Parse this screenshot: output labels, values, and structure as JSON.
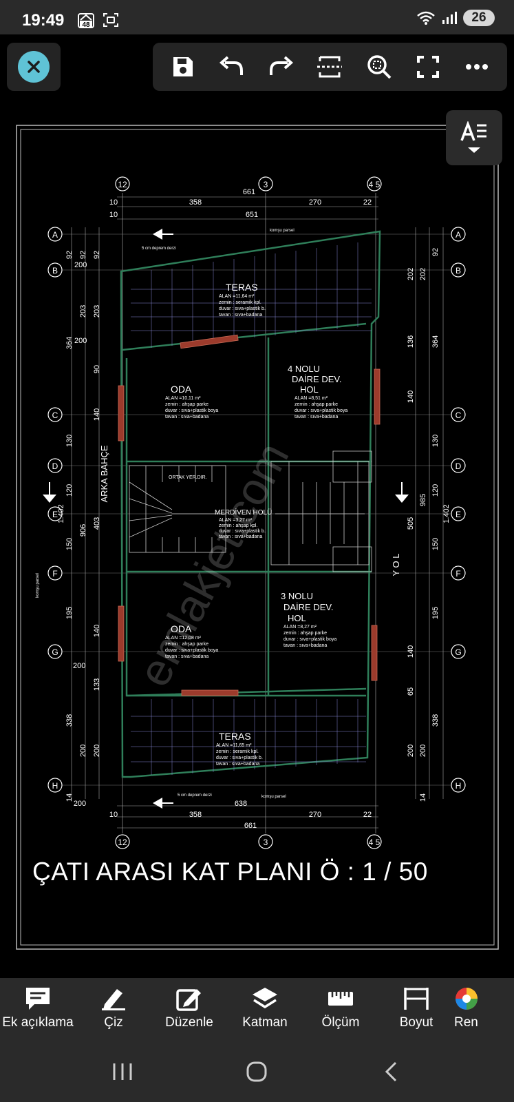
{
  "status": {
    "time": "19:49",
    "notif_count": "48",
    "battery": "26"
  },
  "header": {
    "close_label": "close",
    "tools": [
      "save-icon",
      "undo-icon",
      "redo-icon",
      "fit-width-icon",
      "zoom-icon",
      "fullscreen-icon",
      "more-icon"
    ]
  },
  "drawing": {
    "title": "ÇATI ARASI KAT PLANI  Ö : 1 / 50",
    "grid_cols": [
      "12",
      "3",
      "4 5"
    ],
    "grid_rows": [
      "A",
      "B",
      "C",
      "D",
      "E",
      "F",
      "G",
      "H"
    ],
    "dims_top": [
      "661",
      "358",
      "270",
      "22",
      "10",
      "651",
      "10"
    ],
    "dims_bottom": [
      "10",
      "358",
      "270",
      "22",
      "661",
      "638",
      "200"
    ],
    "dims_left": [
      "92",
      "92",
      "92",
      "200",
      "203",
      "203",
      "364",
      "200",
      "90",
      "140",
      "130",
      "120",
      "1.402",
      "906",
      "403",
      "150",
      "195",
      "200",
      "140",
      "133",
      "338",
      "200",
      "200",
      "14"
    ],
    "dims_right": [
      "92",
      "202",
      "202",
      "136",
      "364",
      "140",
      "130",
      "120",
      "985",
      "505",
      "1.402",
      "150",
      "195",
      "140",
      "65",
      "338",
      "200",
      "200",
      "14"
    ],
    "rooms": [
      {
        "name": "TERAS",
        "details": [
          "ALAN =11,64 m²",
          "zemin : seramik kpl.",
          "duvar : sıva+plastik b.",
          "tavan : sıva+badana"
        ]
      },
      {
        "name": "ODA",
        "details": [
          "ALAN =10,11 m²",
          "zemin : ahşap parke",
          "duvar : sıva+plastik boya",
          "tavan : sıva+badana"
        ]
      },
      {
        "name": "4 NOLU",
        "details": [
          "DAİRE DEV.",
          "HOL",
          "ALAN =8,51 m²",
          "zemin : ahşap parke",
          "duvar : sıva+plastik boya",
          "tavan : sıva+badana"
        ]
      },
      {
        "name": "MERDİVEN HOLÜ",
        "details": [
          "ALAN =3,27 m²",
          "zemin : ahşap kpl.",
          "duvar : sıva+plastik b.",
          "tavan : sıva+badana"
        ]
      },
      {
        "name": "ODA",
        "details": [
          "ALAN =12,08 m²",
          "zemin : ahşap parke",
          "duvar : sıva+plastik boya",
          "tavan : sıva+badana"
        ]
      },
      {
        "name": "3 NOLU",
        "details": [
          "DAİRE DEV.",
          "HOL",
          "ALAN =8,27 m²",
          "zemin : ahşap parke",
          "duvar : sıva+plastik boya",
          "tavan : sıva+badana"
        ]
      },
      {
        "name": "TERAS",
        "details": [
          "ALAN =11,65 m²",
          "zemin : seramik kpl.",
          "duvar : sıva+plastik b.",
          "tavan : sıva+badana"
        ]
      }
    ],
    "labels": {
      "arka_bahce": "ARKA BAHÇE",
      "yol": "Y O L",
      "ortak": "ORTAK YER.DIR.",
      "komsu_parsel": "komşu parsel",
      "slope_note": "5 cm deprem derzi",
      "watermark": "emlakjet.com"
    }
  },
  "bottom_tools": [
    {
      "label": "Ek açıklama",
      "icon": "comment-icon"
    },
    {
      "label": "Çiz",
      "icon": "pen-icon"
    },
    {
      "label": "Düzenle",
      "icon": "edit-icon"
    },
    {
      "label": "Katman",
      "icon": "layers-icon"
    },
    {
      "label": "Ölçüm",
      "icon": "ruler-icon"
    },
    {
      "label": "Boyut",
      "icon": "dimension-icon"
    },
    {
      "label": "Ren",
      "icon": "color-icon"
    }
  ],
  "colors": {
    "accent": "#5fc3d6",
    "panel": "#242424",
    "walls": "#2f7f5a",
    "door": "#9c3b2c"
  }
}
